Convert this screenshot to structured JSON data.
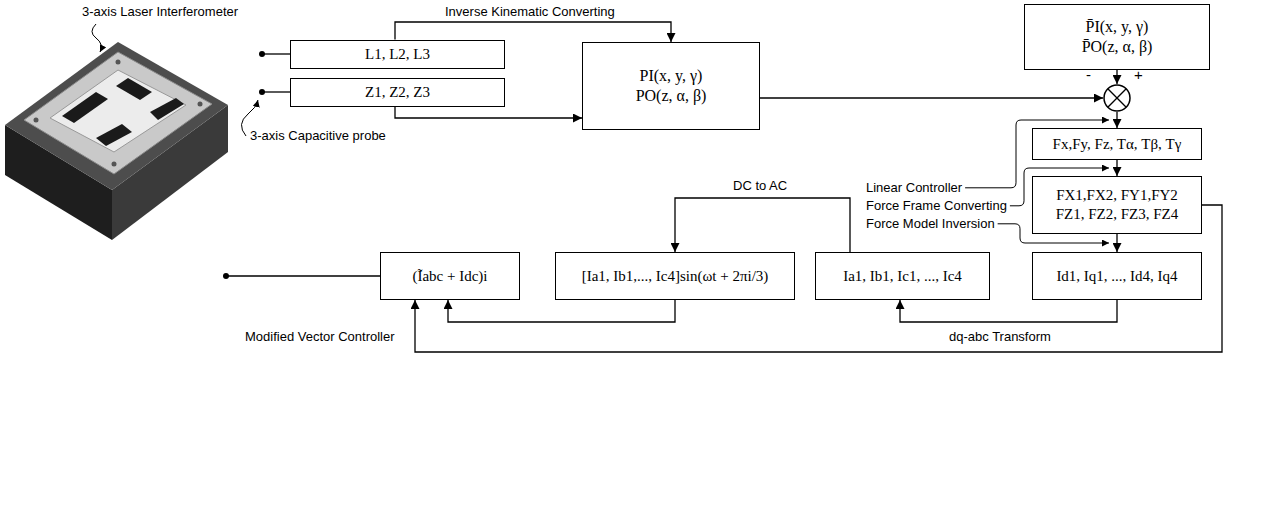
{
  "diagram": {
    "nodes": [
      {
        "text": [
          "L1, L2, L3"
        ]
      },
      {
        "text": [
          "Z1, Z2, Z3"
        ]
      },
      {
        "text": [
          "PI(x, y, γ)",
          "PO(z, α, β)"
        ]
      },
      {
        "text": [
          "P̄I(x, y, γ)",
          "P̄O(z, α, β)"
        ]
      },
      {
        "text": [
          "-",
          "+"
        ]
      },
      {
        "text": [
          "Fx,Fy, Fz, Tα, Tβ, Tγ"
        ]
      },
      {
        "text": [
          "FX1,FX2, FY1,FY2",
          "FZ1, FZ2, FZ3, FZ4"
        ]
      },
      {
        "text": [
          "Id1, Iq1, ..., Id4, Iq4"
        ]
      },
      {
        "text": [
          "Ia1, Ib1, Ic1, ..., Ic4"
        ]
      },
      {
        "text": [
          "[Ia1, Ib1,..., Ic4]sin(ωt + 2πi/3)"
        ]
      },
      {
        "text": [
          "(Ĩabc + Idc)i"
        ]
      }
    ],
    "edges": [
      {
        "from": 0,
        "to": 2,
        "label": "Inverse Kinematic Converting",
        "arrow": "to"
      },
      {
        "from": 1,
        "to": 2,
        "arrow": "to"
      },
      {
        "from": 2,
        "to": 4,
        "arrow": "to"
      },
      {
        "from": 3,
        "to": 4,
        "arrow": "to"
      },
      {
        "from": 4,
        "to": 5,
        "arrow": "to"
      },
      {
        "from": 5,
        "to": 6,
        "arrow": "to"
      },
      {
        "from": 6,
        "to": 7,
        "arrow": "to"
      },
      {
        "from": 7,
        "to": 8,
        "label": "dq-abc Transform",
        "arrow": "to"
      },
      {
        "from": 8,
        "to": 9,
        "label": "DC to AC",
        "arrow": "to"
      },
      {
        "from": 9,
        "to": 10,
        "label": "Modified Vector Controller",
        "arrow": "to"
      },
      {
        "from": 6,
        "to": 10,
        "arrow": "to"
      }
    ],
    "labels": [
      "3-axis Laser Interferometer",
      "3-axis Capacitive probe",
      "Linear Controller",
      "Force Frame Converting",
      "Force Model Inversion"
    ]
  }
}
